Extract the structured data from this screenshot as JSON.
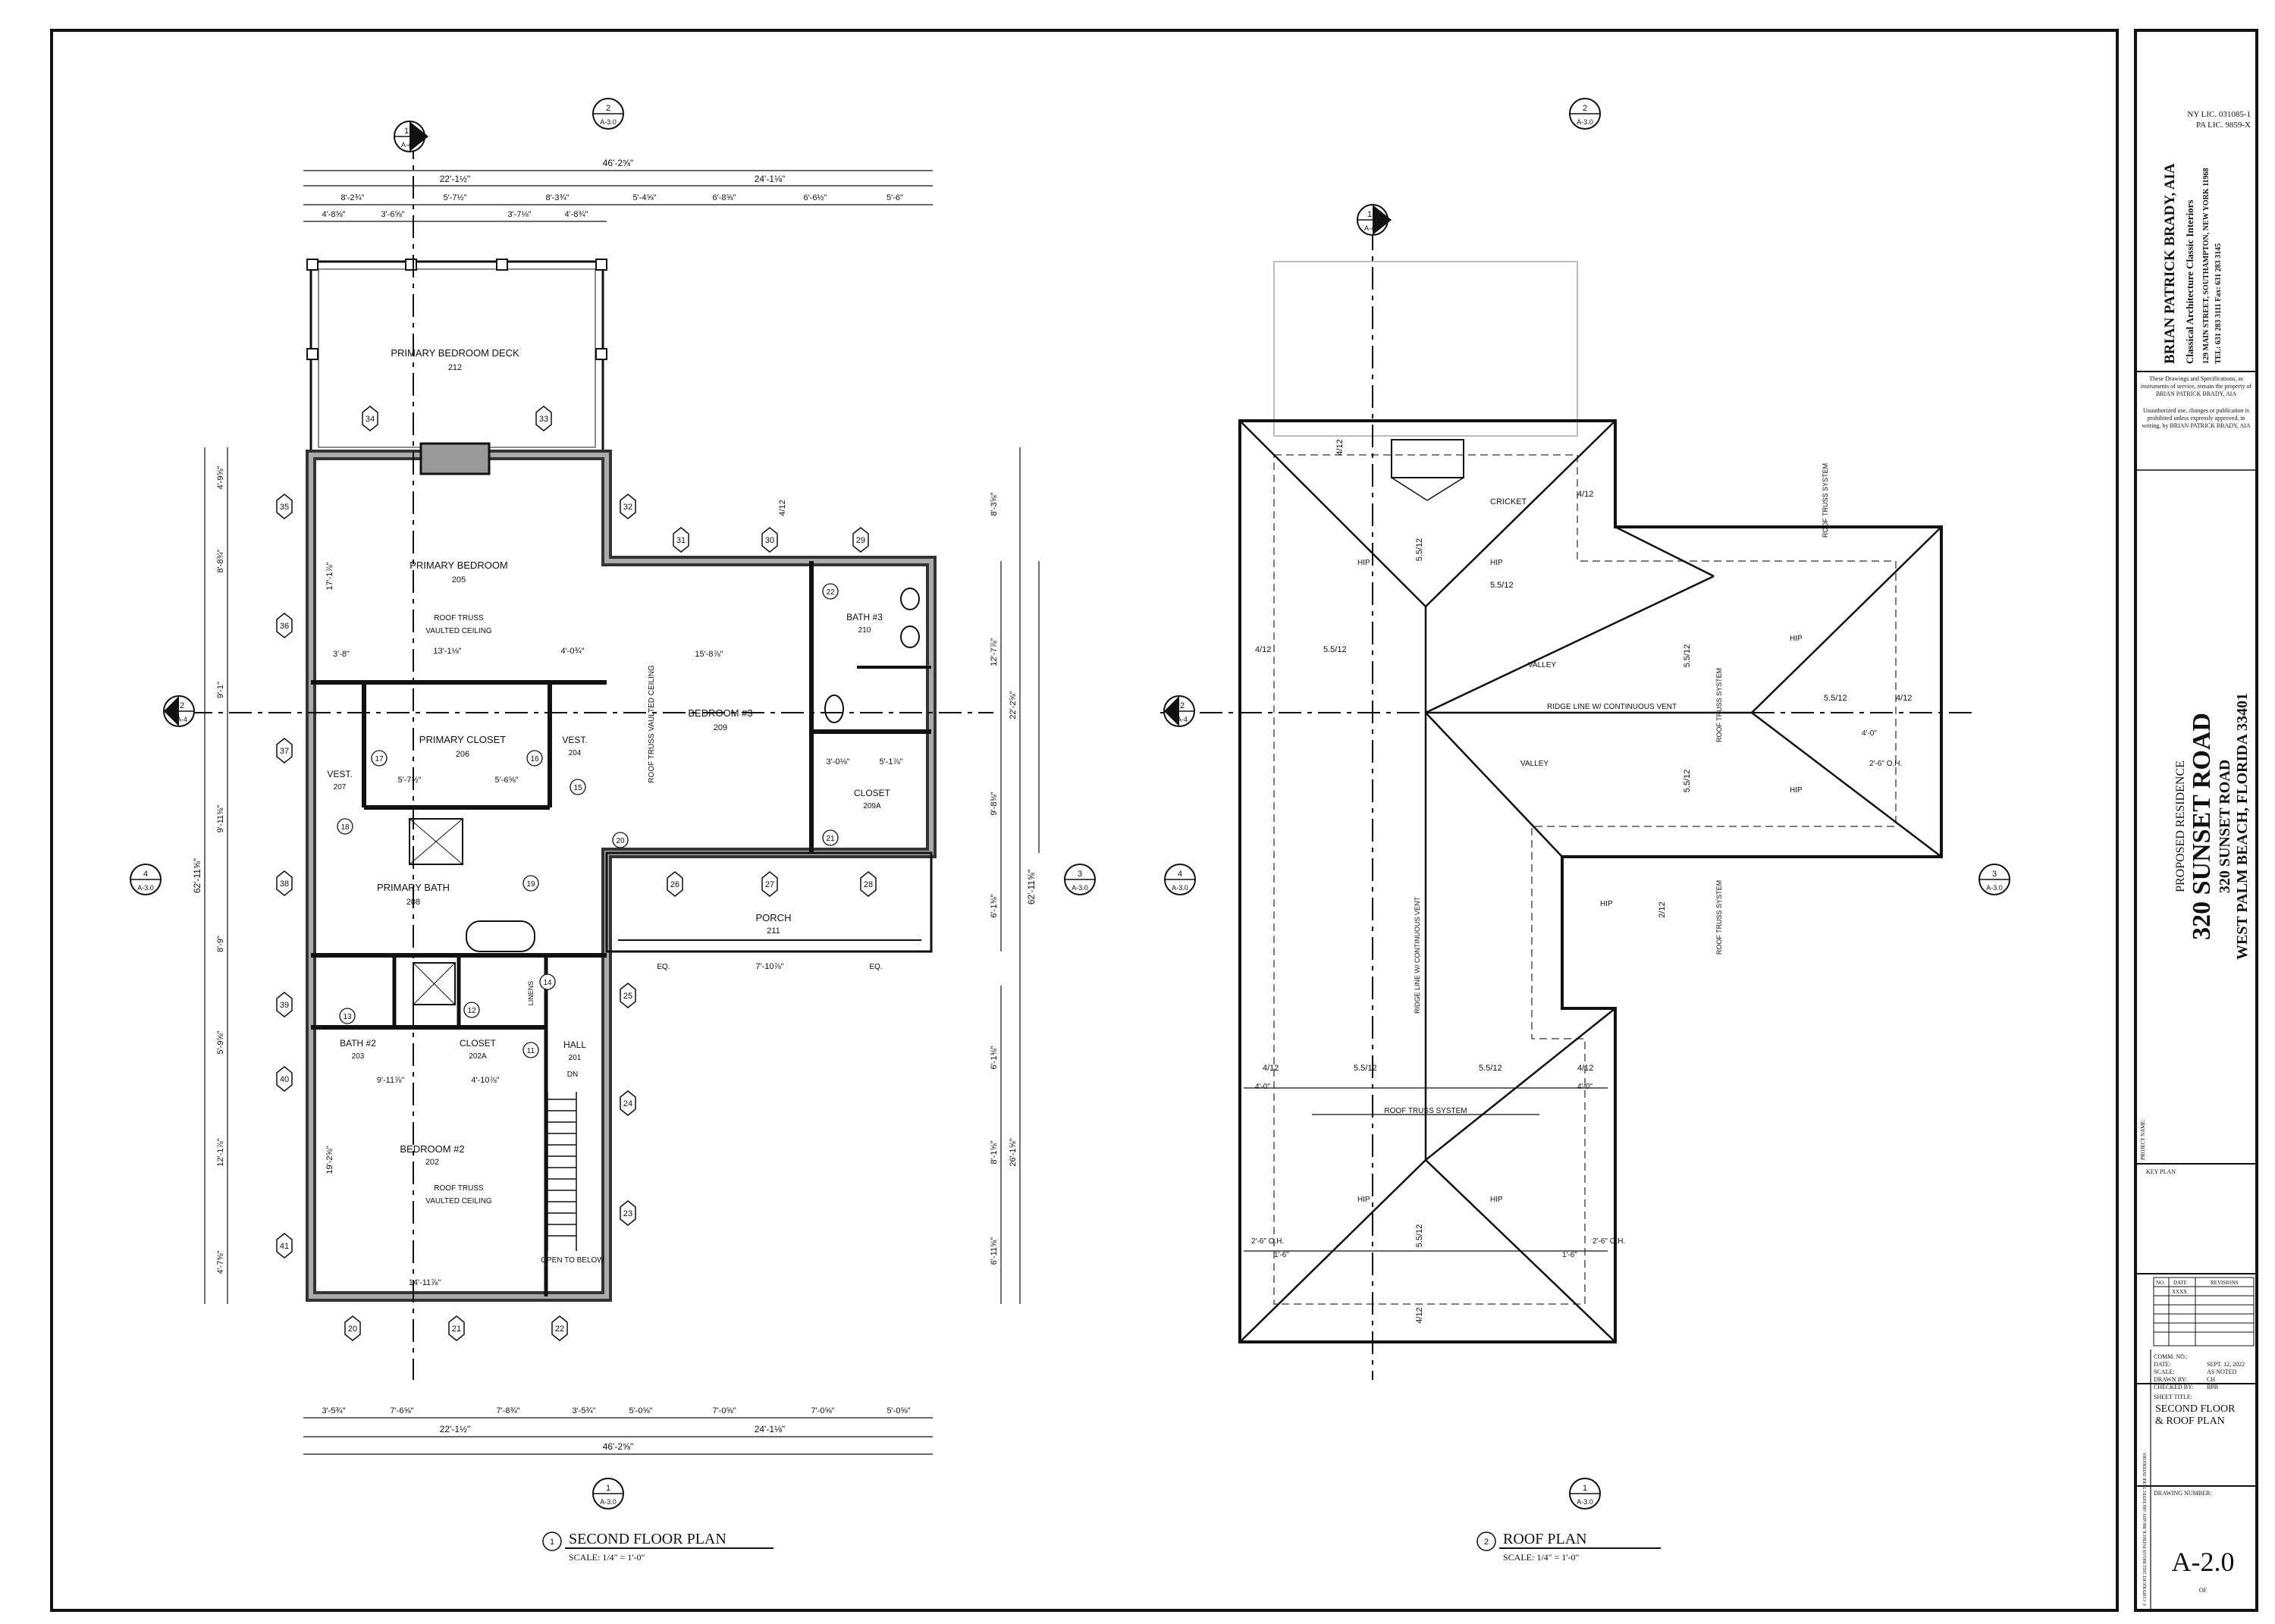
{
  "floor_plan": {
    "title": "SECOND FLOOR PLAN",
    "scale": "SCALE: 1/4\" = 1'-0\"",
    "number": "1",
    "overall_width": "46'-2⅝\"",
    "half_left": "22'-1½\"",
    "half_right": "24'-1⅛\"",
    "top_dims_a": [
      "8'-2¾\"",
      "5'-7½\"",
      "8'-3¾\"",
      "5'-4⅝\"",
      "6'-8⅝\"",
      "6'-6½\"",
      "5'-6\""
    ],
    "top_dims_b": [
      "4'-8⅝\"",
      "3'-6⅝\"",
      "3'-7⅛\"",
      "4'-8¾\""
    ],
    "bottom_dims": [
      "3'-5¾\"",
      "7'-6⅝\"",
      "7'-8¾\"",
      "3'-5¾\"",
      "5'-0⅝\"",
      "7'-0⅝\"",
      "7'-0⅝\"",
      "5'-0⅝\""
    ],
    "left_overall": "62'-11⅝\"",
    "left_dims": [
      "4'-9⅝\"",
      "8'-8¾\"",
      "9'-1\"",
      "9'-11⅜\"",
      "8'-9\"",
      "5'-9⅝\"",
      "12'-1⅞\"",
      "4'-7⅜\""
    ],
    "right_overall": "62'-11⅝\"",
    "right_mid": "22'-2⅝\"",
    "right_dims_a": [
      "8'-3⅝\"",
      "12'-7⅞\"",
      "9'-8⅜\"",
      "6'-1⅜\""
    ],
    "right_lower": "26'-1⅝\"",
    "right_dims_b": [
      "6'-1⅜\"",
      "8'-1⅝\"",
      "6'-11⅝\""
    ],
    "rooms": [
      {
        "name": "PRIMARY BEDROOM DECK",
        "num": "212"
      },
      {
        "name": "PRIMARY BEDROOM",
        "num": "205"
      },
      {
        "name": "PRIMARY CLOSET",
        "num": "206"
      },
      {
        "name": "VEST.",
        "num": "204"
      },
      {
        "name": "VEST.",
        "num": "207"
      },
      {
        "name": "PRIMARY BATH",
        "num": "208"
      },
      {
        "name": "BEDROOM #3",
        "num": "209"
      },
      {
        "name": "BATH #3",
        "num": "210"
      },
      {
        "name": "CLOSET",
        "num": "209A"
      },
      {
        "name": "PORCH",
        "num": "211"
      },
      {
        "name": "BATH #2",
        "num": "203"
      },
      {
        "name": "CLOSET",
        "num": "202A"
      },
      {
        "name": "HALL",
        "num": "201"
      },
      {
        "name": "BEDROOM #2",
        "num": "202"
      }
    ],
    "notes": {
      "roof_truss": "ROOF TRUSS",
      "vaulted": "VAULTED CEILING",
      "roof_truss_vaulted": "ROOF TRUSS VAULTED CEILING",
      "open_to_below": "OPEN TO BELOW",
      "dn": "DN",
      "linens": "LINENS",
      "eq": "EQ.",
      "porch_span": "7'-10⅞\"",
      "br_width": "13'-1⅛\"",
      "br_dim2": "4'-0¾\"",
      "br_dim3": "3'-8\"",
      "br_h": "17'-1⅞\"",
      "br3_w": "15'-8⅞\"",
      "bath2_w": "9'-11⅞\"",
      "closet2_w": "4'-10⅞\"",
      "br2_w": "14'-11⅞\"",
      "br2_h": "19'-2⅝\"",
      "closet_a": "5'-7½\"",
      "closet_b": "5'-6⅝\"",
      "closet3_a": "3'-0⅛\"",
      "closet3_b": "5'-1⅞\""
    },
    "grid_left": [
      "35",
      "36",
      "37",
      "38",
      "39",
      "40",
      "41"
    ],
    "grid_right": [
      "32",
      "25",
      "24",
      "23"
    ],
    "grid_top": [
      "34",
      "33",
      "31",
      "30",
      "29"
    ],
    "grid_bottom": [
      "20",
      "21",
      "22"
    ],
    "grid_mid": [
      "26",
      "27",
      "28"
    ],
    "doors": [
      "17",
      "16",
      "15",
      "18",
      "19",
      "20",
      "21",
      "22",
      "13",
      "12",
      "14",
      "11"
    ]
  },
  "roof_plan": {
    "title": "ROOF PLAN",
    "scale": "SCALE: 1/4\" = 1'-0\"",
    "number": "2",
    "labels": {
      "cricket": "CRICKET",
      "hip": "HIP",
      "valley": "VALLEY",
      "ridge": "RIDGE LINE W/ CONTINUOUS VENT",
      "truss": "ROOF TRUSS SYSTEM",
      "oh": "2'-6\" O.H.",
      "pitch_a": "4/12",
      "pitch_b": "5.5/12",
      "pitch_c": "2/12",
      "dim_4": "4'-0\"",
      "dim_16": "1'-6\""
    }
  },
  "markers": {
    "section_1": "1",
    "section_2": "2",
    "elev_1": "1",
    "elev_2": "2",
    "elev_3": "3",
    "elev_4": "4",
    "sheet_a4": "A-4",
    "sheet_a30": "A-3.0"
  },
  "title_block": {
    "license_ny": "NY LIC. 031085-1",
    "license_pa": "PA LIC. 9859-X",
    "firm": "BRIAN PATRICK BRADY, AIA",
    "tagline": "Classical Architecture   Classic Interiors",
    "address": "129 MAIN STREET, SOUTHAMPTON, NEW YORK 11968",
    "phone": "TEL: 631 283 3111     Fax: 631 283 3145",
    "notice1": "These Drawings and Specifications, as instruments of service, remain the property of BRIAN PATRICK BRADY, AIA",
    "notice2": "Unauthorized use, changes or publication is prohibited unless expressly approved, in writing, by BRIAN PATRICK BRADY, AIA",
    "project_label": "PROJECT NAME:",
    "project_kind": "PROPOSED RESIDENCE",
    "project_name": "320 SUNSET ROAD",
    "project_addr1": "320 SUNSET ROAD",
    "project_addr2": "WEST PALM BEACH, FLORIDA 33401",
    "key_plan": "KEY PLAN",
    "rev_headers": [
      "NO.",
      "DATE",
      "REVISIONS"
    ],
    "rev_first_date": "XXXX",
    "info": [
      {
        "k": "COMM. NO.:",
        "v": ""
      },
      {
        "k": "DATE:",
        "v": "SEPT. 12, 2022"
      },
      {
        "k": "SCALE:",
        "v": "AS NOTED"
      },
      {
        "k": "DRAWN BY:",
        "v": "CH"
      },
      {
        "k": "CHECKED BY:",
        "v": "BPB"
      }
    ],
    "sheet_title_label": "SHEET TITLE:",
    "sheet_title_1": "SECOND FLOOR",
    "sheet_title_2": "& ROOF PLAN",
    "drawing_number_label": "DRAWING NUMBER:",
    "drawing_number": "A-2.0",
    "of": "OF",
    "copyright": "© COPYRIGHT 2022  BRIAN PATRICK BRADY  ARCHITECTURE  INTERIORS"
  }
}
